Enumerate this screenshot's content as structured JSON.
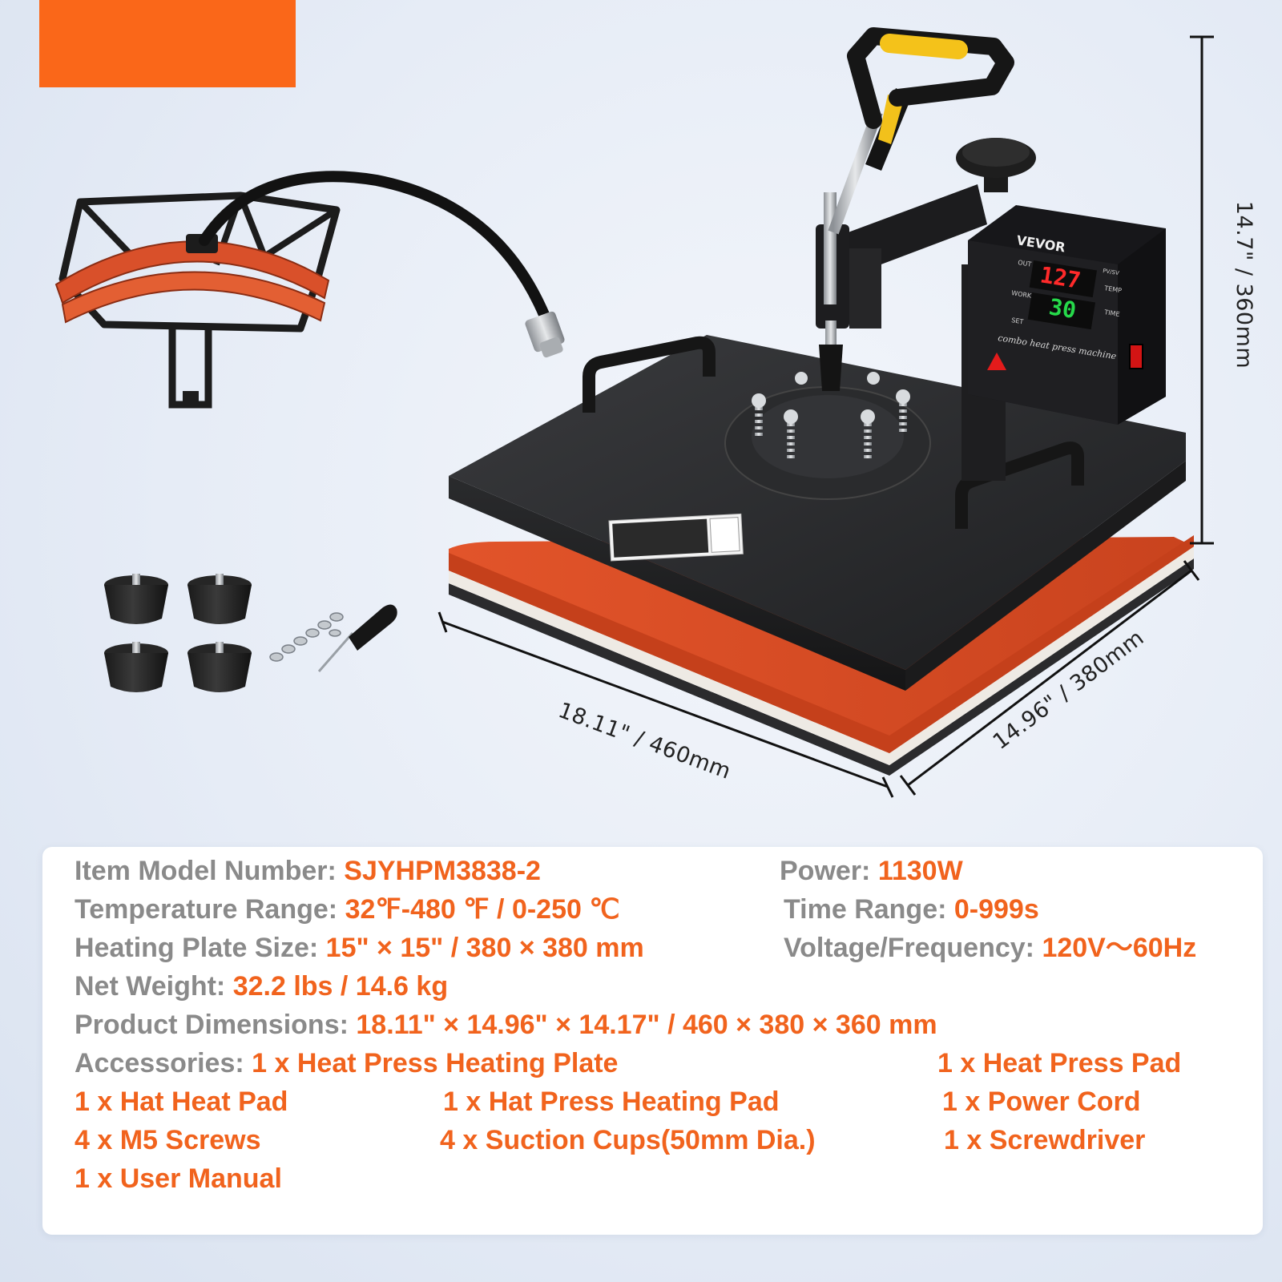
{
  "diagram": {
    "dimensions": {
      "height": "14.7\" / 360mm",
      "width": "18.11\" / 460mm",
      "depth": "14.96\" / 380mm"
    },
    "control_panel": {
      "brand": "VEVOR",
      "display_top": "127",
      "display_bottom": "30",
      "subtitle": "combo heat press machine",
      "labels": [
        "OUT",
        "WORK",
        "SET",
        "TEMP",
        "TIME",
        "PV/SV"
      ]
    }
  },
  "specs": {
    "model_label": "Item Model Number:",
    "model_value": "SJYHPM3838-2",
    "power_label": "Power:",
    "power_value": "1130W",
    "temp_label": "Temperature Range:",
    "temp_value": "32℉-480 ℉ / 0-250 ℃",
    "time_label": "Time Range:",
    "time_value": "0-999s",
    "plate_label": "Heating Plate Size:",
    "plate_value": "15\" × 15\" / 380 × 380 mm",
    "voltage_label": "Voltage/Frequency:",
    "voltage_value": "120V～60Hz",
    "weight_label": "Net Weight:",
    "weight_value": "32.2 lbs / 14.6 kg",
    "dims_label": "Product Dimensions:",
    "dims_value": "18.11\" × 14.96\" × 14.17\" / 460 × 380 × 360 mm",
    "accessories_label": "Accessories:",
    "accessories": [
      "1 x Heat Press Heating Plate",
      "1 x Heat Press Pad",
      "1 x Hat Heat Pad",
      "1 x Hat Press Heating Pad",
      "1 x Power Cord",
      "4 x M5 Screws",
      "4 x Suction Cups(50mm Dia.)",
      "1 x Screwdriver",
      "1 x User Manual"
    ]
  }
}
